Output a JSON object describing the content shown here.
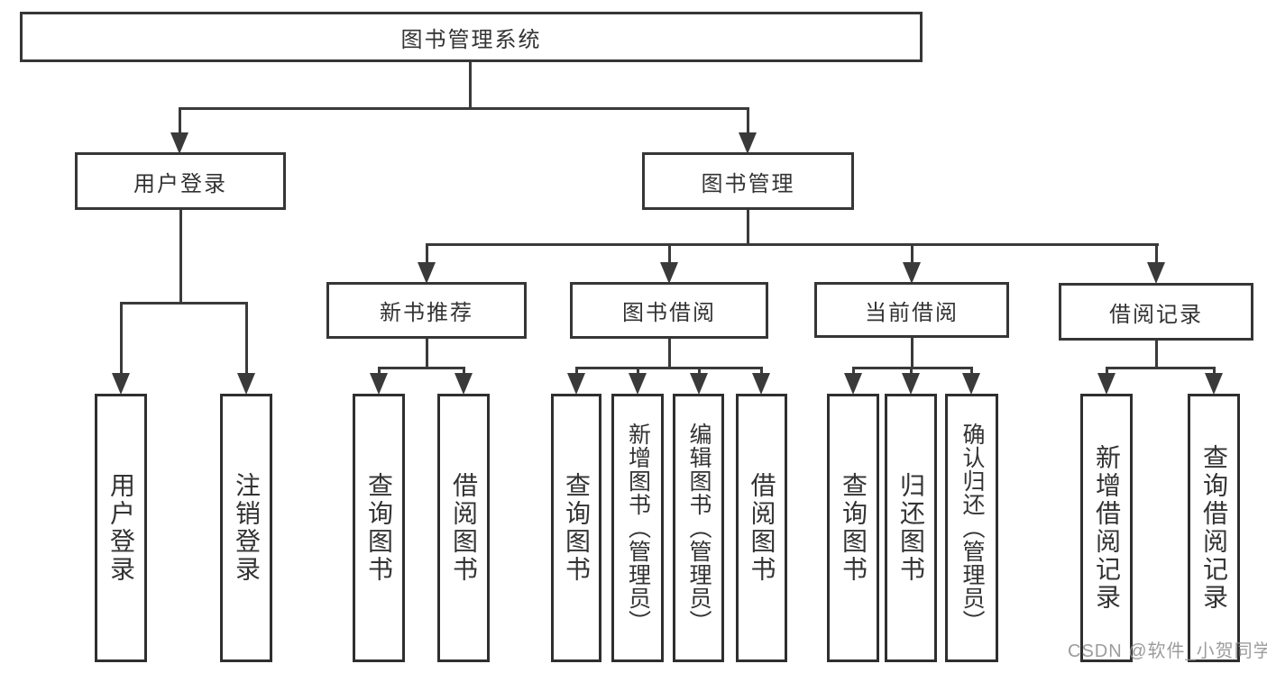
{
  "diagram": {
    "title": "图书管理系统",
    "nodes": {
      "root": {
        "label": "图书管理系统"
      },
      "user_login": {
        "label": "用户登录"
      },
      "book_mgmt": {
        "label": "图书管理"
      },
      "new_book_rec": {
        "label": "新书推荐"
      },
      "book_borrow": {
        "label": "图书借阅"
      },
      "current_borrow": {
        "label": "当前借阅"
      },
      "borrow_records": {
        "label": "借阅记录"
      },
      "leaf_user_login": {
        "label": "用户登录"
      },
      "leaf_logout": {
        "label": "注销登录"
      },
      "nb_query_book": {
        "label": "查询图书"
      },
      "nb_borrow_book": {
        "label": "借阅图书"
      },
      "bb_query_book": {
        "label": "查询图书"
      },
      "bb_add_book": {
        "label": "新增图书（管理员）"
      },
      "bb_edit_book": {
        "label": "编辑图书（管理员）"
      },
      "bb_borrow_book": {
        "label": "借阅图书"
      },
      "cb_query_book": {
        "label": "查询图书"
      },
      "cb_return_book": {
        "label": "归还图书"
      },
      "cb_confirm_return": {
        "label": "确认归还（管理员）"
      },
      "br_add_record": {
        "label": "新增借阅记录"
      },
      "br_query_record": {
        "label": "查询借阅记录"
      }
    },
    "edges": [
      [
        "root",
        "user_login"
      ],
      [
        "root",
        "book_mgmt"
      ],
      [
        "user_login",
        "leaf_user_login"
      ],
      [
        "user_login",
        "leaf_logout"
      ],
      [
        "book_mgmt",
        "new_book_rec"
      ],
      [
        "book_mgmt",
        "book_borrow"
      ],
      [
        "book_mgmt",
        "current_borrow"
      ],
      [
        "book_mgmt",
        "borrow_records"
      ],
      [
        "new_book_rec",
        "nb_query_book"
      ],
      [
        "new_book_rec",
        "nb_borrow_book"
      ],
      [
        "book_borrow",
        "bb_query_book"
      ],
      [
        "book_borrow",
        "bb_add_book"
      ],
      [
        "book_borrow",
        "bb_edit_book"
      ],
      [
        "book_borrow",
        "bb_borrow_book"
      ],
      [
        "current_borrow",
        "cb_query_book"
      ],
      [
        "current_borrow",
        "cb_return_book"
      ],
      [
        "current_borrow",
        "cb_confirm_return"
      ],
      [
        "borrow_records",
        "br_add_record"
      ],
      [
        "borrow_records",
        "br_query_record"
      ]
    ],
    "colors": {
      "line": "#3a3a3a",
      "box_border": "#363636",
      "text": "#333333",
      "background": "#ffffff",
      "watermark": "#919191"
    }
  },
  "watermark": {
    "text": "CSDN @软件_小贺同学"
  }
}
